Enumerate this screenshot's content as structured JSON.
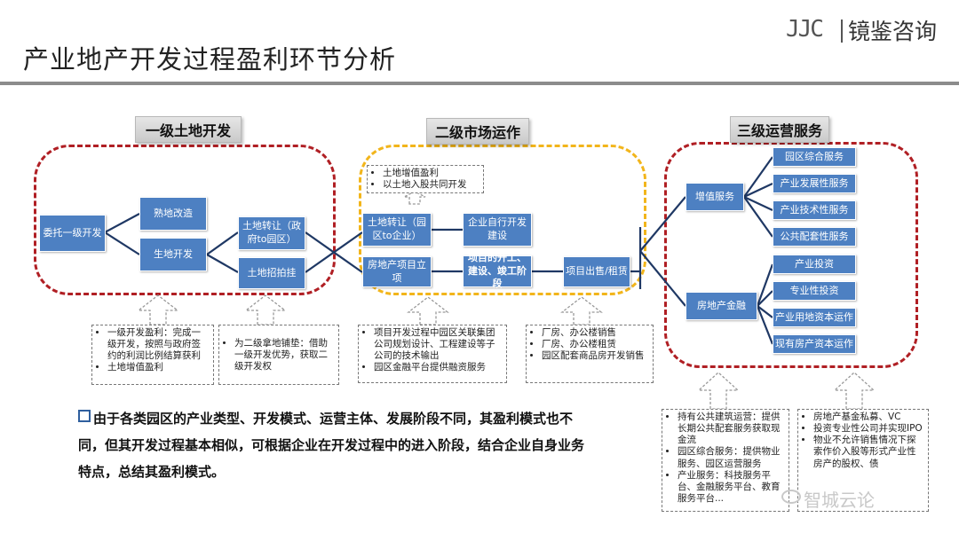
{
  "header": {
    "title": "产业地产开发过程盈利环节分析"
  },
  "logo": {
    "mark": "JJC",
    "text": "镜鉴咨询"
  },
  "sections": {
    "s1": "一级土地开发",
    "s2": "二级市场运作",
    "s3": "三级运营服务"
  },
  "boxes": {
    "b1": "委托一级开发",
    "b2": "熟地改造",
    "b3": "生地开发",
    "b4": "土地转让（政府to园区）",
    "b5": "土地招拍挂",
    "b6": "土地转让（园区to企业）",
    "b7": "企业自行开发建设",
    "b8": "房地产项目立项",
    "b9": "项目的开工、建设、竣工阶段",
    "b10": "项目出售/租赁",
    "b11": "增值服务",
    "b12": "房地产金融",
    "b13": "园区综合服务",
    "b14": "产业发展性服务",
    "b15": "产业技术性服务",
    "b16": "公共配套性服务",
    "b17": "产业投资",
    "b18": "专业性投资",
    "b19": "产业用地资本运作",
    "b20": "现有房产资本运作"
  },
  "notes": {
    "n_top": [
      "土地增值盈利",
      "以土地入股共同开发"
    ],
    "n1": [
      "一级开发盈利：完成一级开发，按照与政府签约的利润比例结算获利",
      "土地增值盈利"
    ],
    "n2": [
      "为二级拿地铺垫：借助一级开发优势，获取二级开发权"
    ],
    "n3": [
      "项目开发过程中园区关联集团公司规划设计、工程建设等子公司的技术输出",
      "园区金融平台提供融资服务"
    ],
    "n4": [
      "厂房、办公楼销售",
      "厂房、办公楼租赁",
      "园区配套商品房开发销售"
    ],
    "n5": [
      "持有公共建筑运营：提供长期公共配套服务获取现金流",
      "园区综合服务：提供物业服务、园区运营服务",
      "产业服务：科技服务平台、金融服务平台、教育服务平台..."
    ],
    "n6": [
      "房地产基金私募、VC",
      "投资专业性公司并实现IPO",
      "物业不允许销售情况下探索作价入股等形式产业性房产的股权、债"
    ]
  },
  "conclusion": {
    "text": "由于各类园区的产业类型、开发模式、运营主体、发展阶段不同，其盈利模式也不同，但其开发过程基本相似，可根据企业在开发过程中的进入阶段，结合企业自身业务特点，总结其盈利模式。"
  },
  "watermark": {
    "text": "智城云论"
  },
  "colors": {
    "box": "#4d80c2",
    "red_border": "#b01f24",
    "yellow_border": "#f2b51b",
    "line": "#1f3864"
  }
}
